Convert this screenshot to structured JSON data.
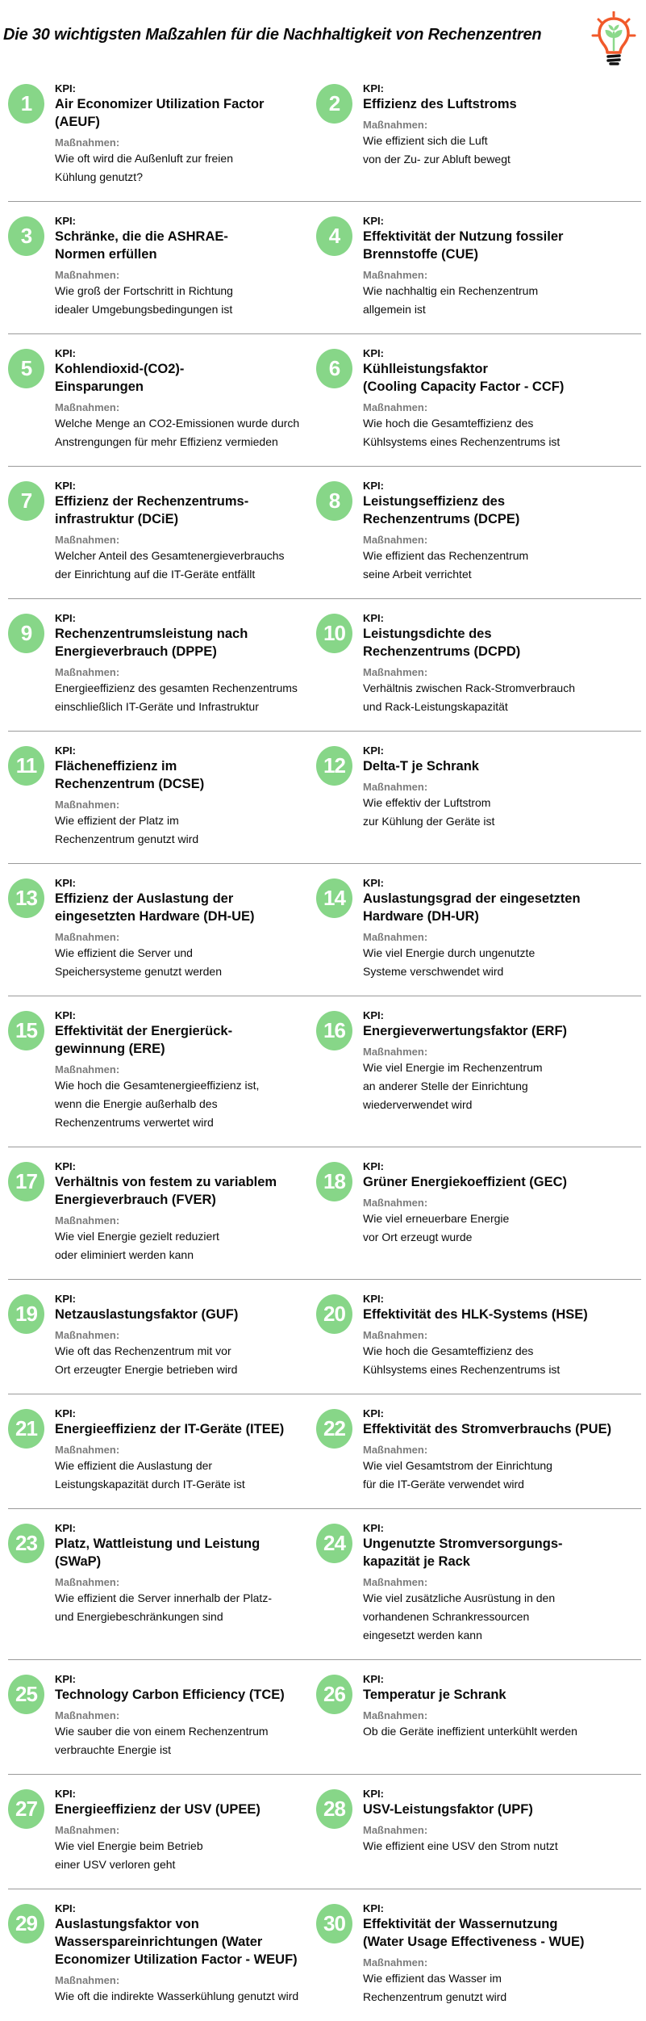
{
  "header": {
    "title": "Die 30 wichtigsten Maßzahlen für die Nachhaltigkeit von Rechenzentren"
  },
  "labels": {
    "kpi": "KPI:",
    "massnahmen": "Maßnahmen:"
  },
  "colors": {
    "circle_green": "#87d688",
    "plant_green": "#8bd98b",
    "icon_orange": "#f1592a",
    "label_gray": "#7c7c7c",
    "divider_gray": "#9a9a9a",
    "text_black": "#0b0b0b"
  },
  "icon": {
    "name": "lightbulb-plant-icon"
  },
  "items": [
    {
      "number": "1",
      "kpi": "Air Economizer Utilization Factor\n(AEUF)",
      "massnahmen": "Wie oft wird die Außenluft zur freien\nKühlung genutzt?"
    },
    {
      "number": "2",
      "kpi": "Effizienz des Luftstroms",
      "massnahmen": "Wie effizient sich die Luft\nvon der Zu- zur Abluft bewegt"
    },
    {
      "number": "3",
      "kpi": "Schränke, die die ASHRAE-\nNormen erfüllen",
      "massnahmen": "Wie groß der Fortschritt in Richtung\nidealer Umgebungsbedingungen ist"
    },
    {
      "number": "4",
      "kpi": "Effektivität der Nutzung fossiler\nBrennstoffe (CUE)",
      "massnahmen": "Wie nachhaltig ein Rechenzentrum\nallgemein ist"
    },
    {
      "number": "5",
      "kpi": "Kohlendioxid-(CO2)-\nEinsparungen",
      "massnahmen": "Welche Menge an CO2-Emissionen wurde durch\nAnstrengungen für mehr Effizienz vermieden"
    },
    {
      "number": "6",
      "kpi": "Kühlleistungsfaktor\n(Cooling Capacity Factor - CCF)",
      "massnahmen": "Wie hoch die Gesamteffizienz des\nKühlsystems eines Rechenzentrums ist"
    },
    {
      "number": "7",
      "kpi": "Effizienz der Rechenzentrums-\ninfrastruktur (DCiE)",
      "massnahmen": "Welcher Anteil des Gesamtenergieverbrauchs\nder Einrichtung auf die IT-Geräte entfällt"
    },
    {
      "number": "8",
      "kpi": "Leistungseffizienz des\nRechenzentrums (DCPE)",
      "massnahmen": "Wie effizient das Rechenzentrum\nseine Arbeit verrichtet"
    },
    {
      "number": "9",
      "kpi": "Rechenzentrumsleistung nach\nEnergieverbrauch (DPPE)",
      "massnahmen": "Energieeffizienz des gesamten Rechenzentrums\neinschließlich IT-Geräte und Infrastruktur"
    },
    {
      "number": "10",
      "kpi": "Leistungsdichte des\nRechenzentrums (DCPD)",
      "massnahmen": "Verhältnis zwischen Rack-Stromverbrauch\nund Rack-Leistungskapazität"
    },
    {
      "number": "11",
      "kpi": "Flächeneffizienz im\nRechenzentrum (DCSE)",
      "massnahmen": "Wie effizient der Platz im\nRechenzentrum genutzt wird"
    },
    {
      "number": "12",
      "kpi": "Delta-T je Schrank",
      "massnahmen": "Wie effektiv der Luftstrom\nzur Kühlung der Geräte ist"
    },
    {
      "number": "13",
      "kpi": "Effizienz der Auslastung der\neingesetzten Hardware (DH-UE)",
      "massnahmen": "Wie effizient die Server und\nSpeichersysteme genutzt werden"
    },
    {
      "number": "14",
      "kpi": "Auslastungsgrad der eingesetzten\nHardware (DH-UR)",
      "massnahmen": "Wie viel Energie durch ungenutzte\nSysteme verschwendet wird"
    },
    {
      "number": "15",
      "kpi": "Effektivität der Energierück-\ngewinnung (ERE)",
      "massnahmen": "Wie hoch die Gesamtenergieeffizienz ist,\nwenn die Energie außerhalb des\nRechenzentrums verwertet wird"
    },
    {
      "number": "16",
      "kpi": "Energieverwertungsfaktor (ERF)",
      "massnahmen": "Wie viel Energie im Rechenzentrum\nan anderer Stelle der Einrichtung\nwiederverwendet wird"
    },
    {
      "number": "17",
      "kpi": "Verhältnis von festem zu variablem\nEnergieverbrauch (FVER)",
      "massnahmen": "Wie viel Energie gezielt reduziert\noder eliminiert werden kann"
    },
    {
      "number": "18",
      "kpi": "Grüner Energiekoeffizient (GEC)",
      "massnahmen": "Wie viel erneuerbare Energie\nvor Ort erzeugt wurde"
    },
    {
      "number": "19",
      "kpi": "Netzauslastungsfaktor (GUF)",
      "massnahmen": "Wie oft das Rechenzentrum mit vor\nOrt erzeugter Energie betrieben wird"
    },
    {
      "number": "20",
      "kpi": "Effektivität des HLK-Systems (HSE)",
      "massnahmen": "Wie hoch die Gesamteffizienz des\nKühlsystems eines Rechenzentrums ist"
    },
    {
      "number": "21",
      "kpi": "Energieeffizienz der IT-Geräte (ITEE)",
      "massnahmen": "Wie effizient die Auslastung der\nLeistungskapazität durch IT-Geräte ist"
    },
    {
      "number": "22",
      "kpi": "Effektivität des Stromverbrauchs (PUE)",
      "massnahmen": "Wie viel Gesamtstrom der Einrichtung\nfür die IT-Geräte verwendet wird"
    },
    {
      "number": "23",
      "kpi": "Platz, Wattleistung und Leistung\n(SWaP)",
      "massnahmen": "Wie effizient die Server innerhalb der Platz-\nund Energiebeschränkungen sind"
    },
    {
      "number": "24",
      "kpi": "Ungenutzte Stromversorgungs-\nkapazität je Rack",
      "massnahmen": "Wie viel zusätzliche Ausrüstung in den\nvorhandenen Schrankressourcen\neingesetzt werden kann"
    },
    {
      "number": "25",
      "kpi": "Technology Carbon Efficiency (TCE)",
      "massnahmen": "Wie sauber die von einem Rechenzentrum\nverbrauchte Energie ist"
    },
    {
      "number": "26",
      "kpi": "Temperatur je Schrank",
      "massnahmen": "Ob die Geräte ineffizient unterkühlt werden"
    },
    {
      "number": "27",
      "kpi": "Energieeffizienz der USV (UPEE)",
      "massnahmen": "Wie viel Energie beim Betrieb\neiner USV verloren geht"
    },
    {
      "number": "28",
      "kpi": "USV-Leistungsfaktor (UPF)",
      "massnahmen": "Wie effizient eine USV den Strom nutzt"
    },
    {
      "number": "29",
      "kpi": "Auslastungsfaktor von\nWasserspareinrichtungen (Water\nEconomizer Utilization Factor - WEUF)",
      "massnahmen": "Wie oft die indirekte Wasserkühlung genutzt wird"
    },
    {
      "number": "30",
      "kpi": "Effektivität der Wassernutzung\n(Water Usage Effectiveness - WUE)",
      "massnahmen": "Wie effizient das Wasser im\nRechenzentrum genutzt wird"
    }
  ]
}
